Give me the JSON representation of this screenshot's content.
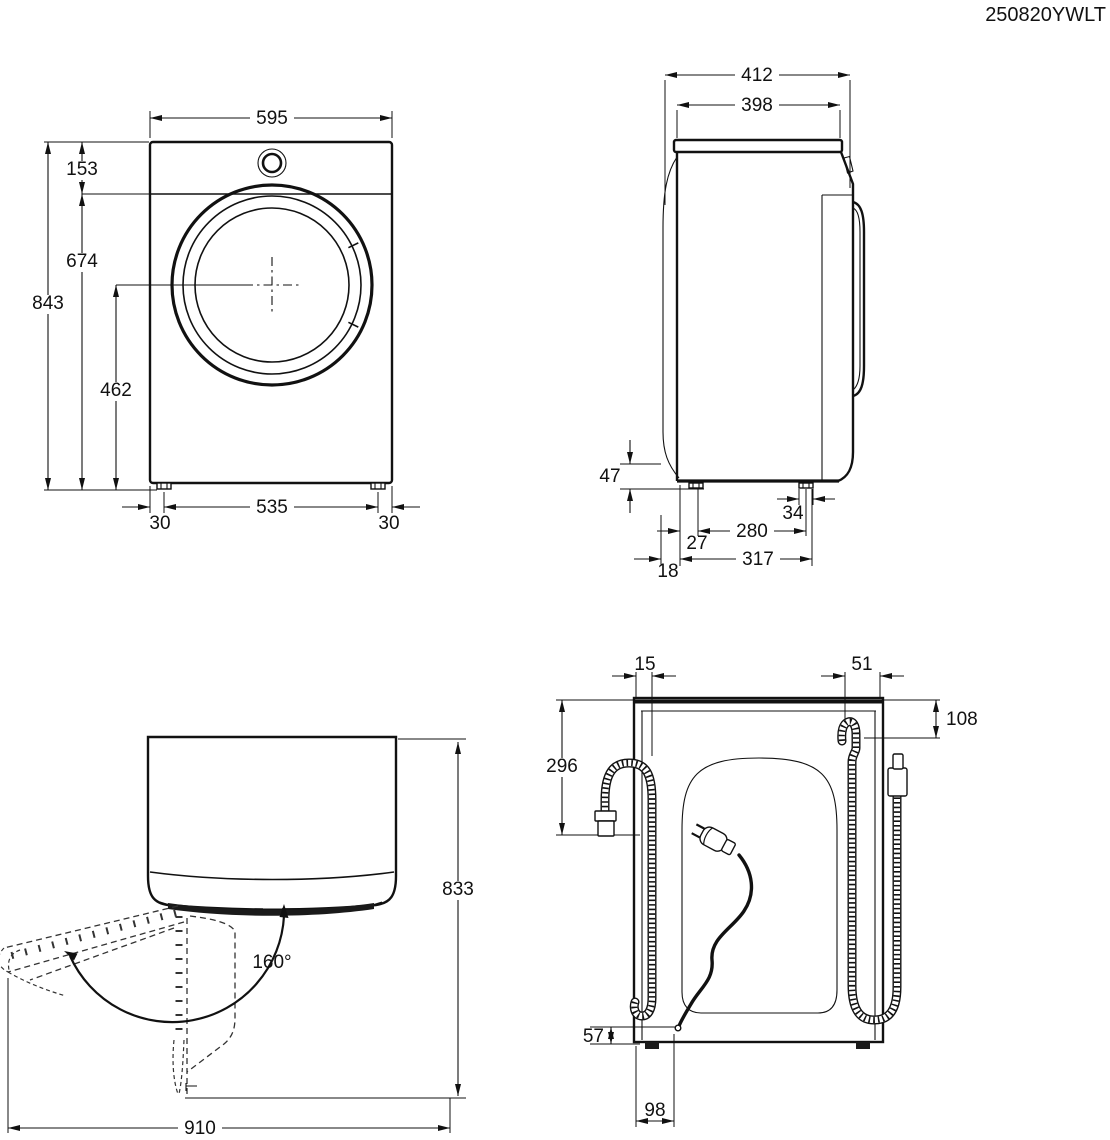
{
  "code": "250820YWLT",
  "front_view": {
    "width": "595",
    "panel_height": "153",
    "panel_to_floor": "674",
    "total_height": "843",
    "door_center_height": "462",
    "foot_offset_left": "30",
    "foot_spacing": "535",
    "foot_offset_right": "30"
  },
  "side_view": {
    "depth_with_door": "412",
    "depth_body": "398",
    "plinth_height": "47",
    "foot_width": "34",
    "foot_spacing": "280",
    "rear_foot_offset": "27",
    "foot_span": "317",
    "rear_clearance": "18"
  },
  "door_open_view": {
    "height_door_open": "833",
    "door_opening_angle": "160°",
    "depth_door_open": "910"
  },
  "rear_view": {
    "drain_hose_from_left": "15",
    "inlet_hose_from_right": "51",
    "inlet_from_top": "108",
    "drain_hook_from_top": "296",
    "cord_outlet_height": "57",
    "cord_outlet_from_left": "98"
  }
}
